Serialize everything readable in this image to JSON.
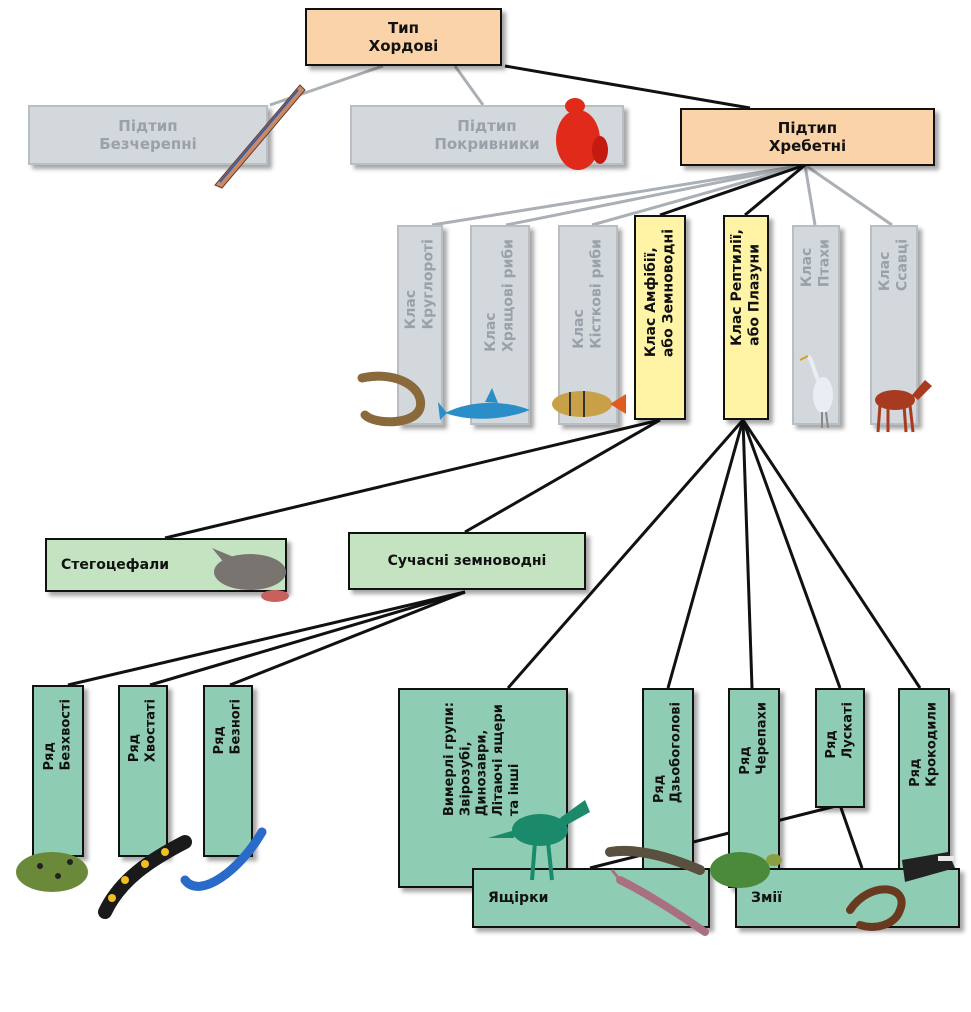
{
  "phylum": {
    "label": "Тип\nХордові"
  },
  "subphyla": [
    {
      "label": "Підтип\nБезчерепні"
    },
    {
      "label": "Підтип\nПокривники"
    },
    {
      "label": "Підтип\nХребетні"
    }
  ],
  "classes": [
    {
      "label": "Клас\nКруглороті"
    },
    {
      "label": "Клас\nХрящові риби"
    },
    {
      "label": "Клас\nКісткові риби"
    },
    {
      "label": "Клас Амфібії,\nабо Земноводні"
    },
    {
      "label": "Клас Рептилії,\nабо Плазуни"
    },
    {
      "label": "Клас\nПтахи"
    },
    {
      "label": "Клас\nСсавці"
    }
  ],
  "amphibian_groups": [
    {
      "label": "Стегоцефали"
    },
    {
      "label": "Сучасні земноводні"
    }
  ],
  "amphibian_orders": [
    {
      "label": "Ряд\nБезхвості"
    },
    {
      "label": "Ряд\nХвостаті"
    },
    {
      "label": "Ряд\nБезногі"
    }
  ],
  "reptile_groups": [
    {
      "label": "Вимерлі групи:\nЗвірозубі,\nДинозаври,\nЛітаючі ящери\nта інші"
    },
    {
      "label": "Ряд\nДзьобоголові"
    },
    {
      "label": "Ряд\nЧерепахи"
    },
    {
      "label": "Ряд\nЛускаті"
    },
    {
      "label": "Ряд\nКрокодили"
    }
  ],
  "squamate_suborders": [
    {
      "label": "Ящірки"
    },
    {
      "label": "Змії"
    }
  ],
  "colors": {
    "orange": "#fbd3a9",
    "grey": "#d3d8dd",
    "yellow": "#fff4a6",
    "light_green": "#c4e3c1",
    "teal": "#8ecdb3"
  }
}
